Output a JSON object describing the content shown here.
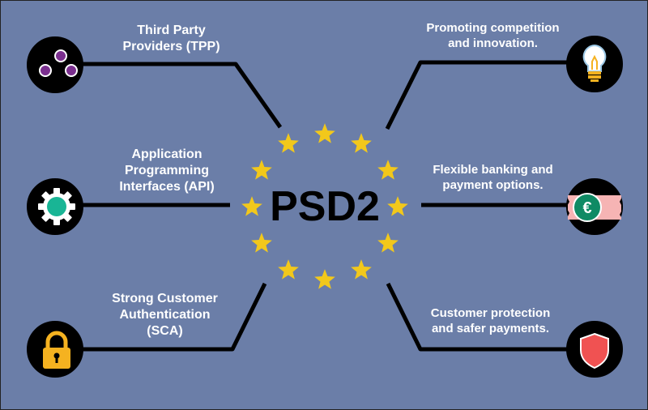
{
  "title": "PSD2",
  "colors": {
    "background": "#6b7ea8",
    "star": "#f2c81b",
    "circle": "#000000",
    "tpp_dot": "#7b2f8f",
    "gear": "#19b595",
    "lock": "#f5b220",
    "shield": "#f05252",
    "banknote": "#f6b4b4",
    "euro_coin": "#0f8a64"
  },
  "left_items": [
    {
      "lines": [
        "Third Party",
        "Providers (TPP)"
      ],
      "icon": "tpp-network-icon"
    },
    {
      "lines": [
        "Application",
        "Programming",
        "Interfaces (API)"
      ],
      "icon": "gear-icon"
    },
    {
      "lines": [
        "Strong Customer",
        "Authentication",
        "(SCA)"
      ],
      "icon": "padlock-icon"
    }
  ],
  "right_items": [
    {
      "lines": [
        "Promoting competition",
        "and innovation."
      ],
      "icon": "lightbulb-icon"
    },
    {
      "lines": [
        "Flexible banking and",
        "payment options."
      ],
      "icon": "euro-banknote-icon"
    },
    {
      "lines": [
        "Customer protection",
        "and safer payments."
      ],
      "icon": "shield-icon"
    }
  ]
}
